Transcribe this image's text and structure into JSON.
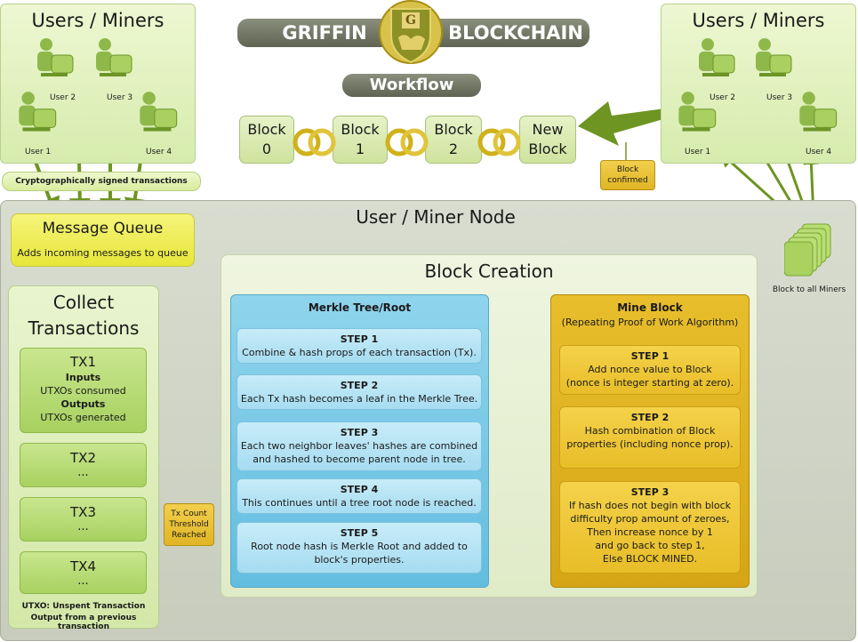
{
  "header": {
    "brand_left": "GRIFFIN",
    "brand_right": "BLOCKCHAIN",
    "logo_letter": "G",
    "workflow": "Workflow"
  },
  "users_left": {
    "title": "Users / Miners",
    "users": [
      "User 1",
      "User 2",
      "User 3",
      "User 4"
    ]
  },
  "users_right": {
    "title": "Users / Miners",
    "users": [
      "User 1",
      "User 2",
      "User 3",
      "User 4"
    ]
  },
  "crypto_label": "Cryptographically signed transactions",
  "chain": {
    "blocks": [
      {
        "line1": "Block",
        "line2": "0"
      },
      {
        "line1": "Block",
        "line2": "1"
      },
      {
        "line1": "Block",
        "line2": "2"
      },
      {
        "line1": "New",
        "line2": "Block"
      }
    ],
    "confirmed_l1": "Block",
    "confirmed_l2": "confirmed"
  },
  "node": {
    "title": "User / Miner Node",
    "to_miners": "Block to all Miners"
  },
  "message_queue": {
    "title": "Message Queue",
    "desc": "Adds incoming messages to queue"
  },
  "collect": {
    "title_l1": "Collect",
    "title_l2": "Transactions",
    "tx1": {
      "name": "TX1",
      "inputs": "Inputs",
      "inputs_desc": "UTXOs consumed",
      "outputs": "Outputs",
      "outputs_desc": "UTXOs generated"
    },
    "others": [
      {
        "name": "TX2",
        "dots": "..."
      },
      {
        "name": "TX3",
        "dots": "..."
      },
      {
        "name": "TX4",
        "dots": "..."
      }
    ],
    "footnote_l1": "UTXO: Unspent Transaction",
    "footnote_l2": "Output from a previous transaction"
  },
  "threshold": {
    "l1": "Tx Count",
    "l2": "Threshold",
    "l3": "Reached"
  },
  "block_creation": {
    "title": "Block Creation",
    "merkle": {
      "title": "Merkle Tree/Root",
      "steps": [
        {
          "label": "STEP 1",
          "text": "Combine & hash props of each transaction (Tx)."
        },
        {
          "label": "STEP 2",
          "text": "Each Tx hash becomes a leaf in the Merkle Tree."
        },
        {
          "label": "STEP 3",
          "l1": "Each two neighbor leaves' hashes are combined",
          "l2": "and hashed to become parent node in tree."
        },
        {
          "label": "STEP 4",
          "text": "This continues until a tree root node is reached."
        },
        {
          "label": "STEP 5",
          "l1": "Root node hash is Merkle Root and added to",
          "l2": "block's properties."
        }
      ]
    },
    "mine": {
      "title": "Mine Block",
      "subtitle": "(Repeating Proof of Work Algorithm)",
      "steps": [
        {
          "label": "STEP 1",
          "l1": "Add nonce value to Block",
          "l2": "(nonce is integer starting at zero)."
        },
        {
          "label": "STEP 2",
          "l1": "Hash combination of Block",
          "l2": "properties (including nonce prop)."
        },
        {
          "label": "STEP 3",
          "l1": "If hash does not begin with block",
          "l2": "difficulty prop amount of zeroes,",
          "l3": "Then increase nonce by 1",
          "l4": "and go back to step 1,",
          "l5": "Else BLOCK MINED."
        }
      ]
    }
  },
  "colors": {
    "arrow_green": "#6e9421",
    "node_gray": "#cfd3c4",
    "merkle_blue": "#6cc2e3",
    "mine_gold": "#ddb01c"
  }
}
